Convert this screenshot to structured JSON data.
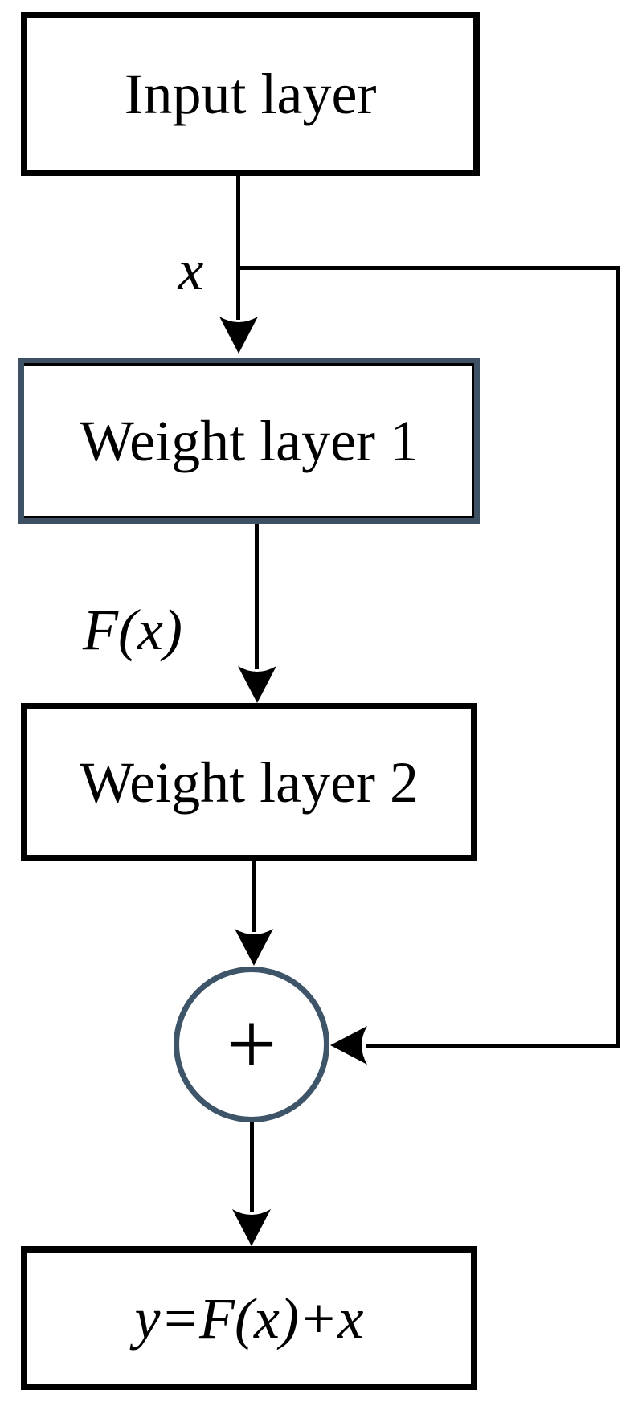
{
  "diagram": {
    "type": "flowchart",
    "description": "Residual learning block with skip connection",
    "nodes": [
      {
        "id": "input",
        "label": "Input layer",
        "shape": "rect",
        "border_color": "#000000"
      },
      {
        "id": "weight1",
        "label": "Weight layer 1",
        "shape": "rect",
        "border_color": "#3E5064"
      },
      {
        "id": "weight2",
        "label": "Weight layer 2",
        "shape": "rect",
        "border_color": "#000000"
      },
      {
        "id": "adder",
        "label": "+",
        "shape": "circle",
        "border_color": "#3E5468"
      },
      {
        "id": "output",
        "label": "y=F(x)+x",
        "shape": "rect",
        "border_color": "#000000"
      }
    ],
    "edges": [
      {
        "from": "input",
        "to": "weight1",
        "label": "x",
        "type": "arrow"
      },
      {
        "from": "weight1",
        "to": "weight2",
        "label": "F(x)",
        "type": "arrow"
      },
      {
        "from": "weight2",
        "to": "adder",
        "label": "",
        "type": "arrow"
      },
      {
        "from": "input",
        "to": "adder",
        "label": "",
        "type": "skip-connection"
      },
      {
        "from": "adder",
        "to": "output",
        "label": "",
        "type": "arrow"
      }
    ],
    "colors": {
      "background": "#FFFFFF",
      "text": "#000000",
      "line": "#000000",
      "black_box_border": "#000000",
      "blue_box_border": "#3E5064",
      "circle_border": "#3E5468"
    }
  }
}
